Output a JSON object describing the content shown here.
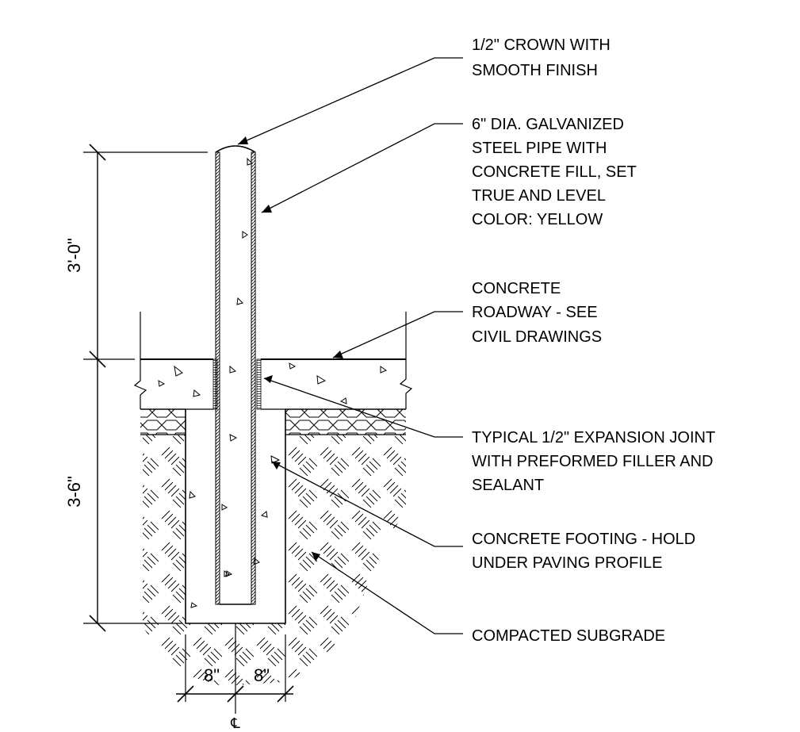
{
  "callouts": [
    {
      "id": "crown",
      "lines": [
        "1/2\" CROWN WITH",
        "SMOOTH FINISH"
      ]
    },
    {
      "id": "pipe",
      "lines": [
        "6\" DIA. GALVANIZED",
        "STEEL PIPE WITH",
        "CONCRETE FILL, SET",
        "TRUE AND LEVEL",
        "COLOR: YELLOW"
      ]
    },
    {
      "id": "roadway",
      "lines": [
        "CONCRETE",
        "ROADWAY - SEE",
        "CIVIL DRAWINGS"
      ]
    },
    {
      "id": "joint",
      "lines": [
        "TYPICAL 1/2\" EXPANSION JOINT",
        "WITH PREFORMED FILLER AND",
        "SEALANT"
      ]
    },
    {
      "id": "footing",
      "lines": [
        "CONCRETE FOOTING - HOLD",
        "UNDER PAVING PROFILE"
      ]
    },
    {
      "id": "subgrade",
      "lines": [
        "COMPACTED SUBGRADE"
      ]
    }
  ],
  "dimensions": {
    "above_grade": "3'-0\"",
    "below_grade": "3-6\"",
    "left_width": "8\"",
    "right_width": "8\"",
    "centerline_symbol": "℄"
  }
}
